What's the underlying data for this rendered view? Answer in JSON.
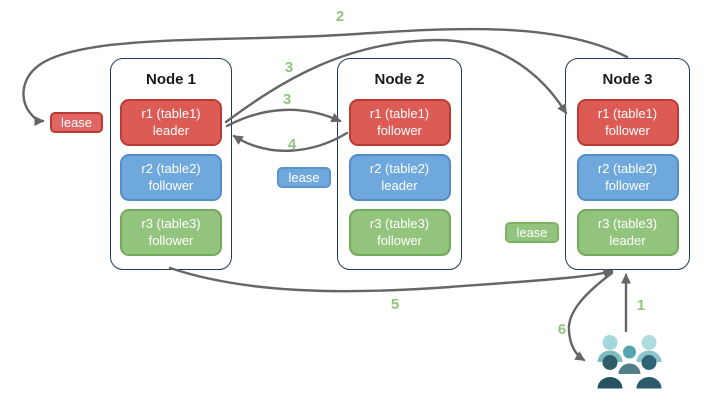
{
  "nodes": [
    {
      "title": "Node 1",
      "ranges": [
        {
          "name": "r1 (table1)",
          "role": "leader",
          "color": "red"
        },
        {
          "name": "r2 (table2)",
          "role": "follower",
          "color": "blue"
        },
        {
          "name": "r3 (table3)",
          "role": "follower",
          "color": "green"
        }
      ]
    },
    {
      "title": "Node 2",
      "ranges": [
        {
          "name": "r1 (table1)",
          "role": "follower",
          "color": "red"
        },
        {
          "name": "r2 (table2)",
          "role": "leader",
          "color": "blue"
        },
        {
          "name": "r3 (table3)",
          "role": "follower",
          "color": "green"
        }
      ]
    },
    {
      "title": "Node 3",
      "ranges": [
        {
          "name": "r1 (table1)",
          "role": "follower",
          "color": "red"
        },
        {
          "name": "r2 (table2)",
          "role": "follower",
          "color": "blue"
        },
        {
          "name": "r3 (table3)",
          "role": "leader",
          "color": "green"
        }
      ]
    }
  ],
  "leases": [
    {
      "label": "lease",
      "color": "red"
    },
    {
      "label": "lease",
      "color": "blue"
    },
    {
      "label": "lease",
      "color": "green"
    }
  ],
  "steps": {
    "s1": "1",
    "s2": "2",
    "s3a": "3",
    "s3b": "3",
    "s4": "4",
    "s5": "5",
    "s6": "6"
  },
  "icons": {
    "users_group": "users-group-icon"
  },
  "colors": {
    "red_fill": "#dd5b55",
    "red_border": "#b93b34",
    "blue_fill": "#6fa8dc",
    "blue_border": "#538cc6",
    "green_fill": "#93c47d",
    "green_border": "#73a95b",
    "node_border": "#233a5c",
    "arrow": "#666666",
    "step_label": "#93c47d"
  }
}
